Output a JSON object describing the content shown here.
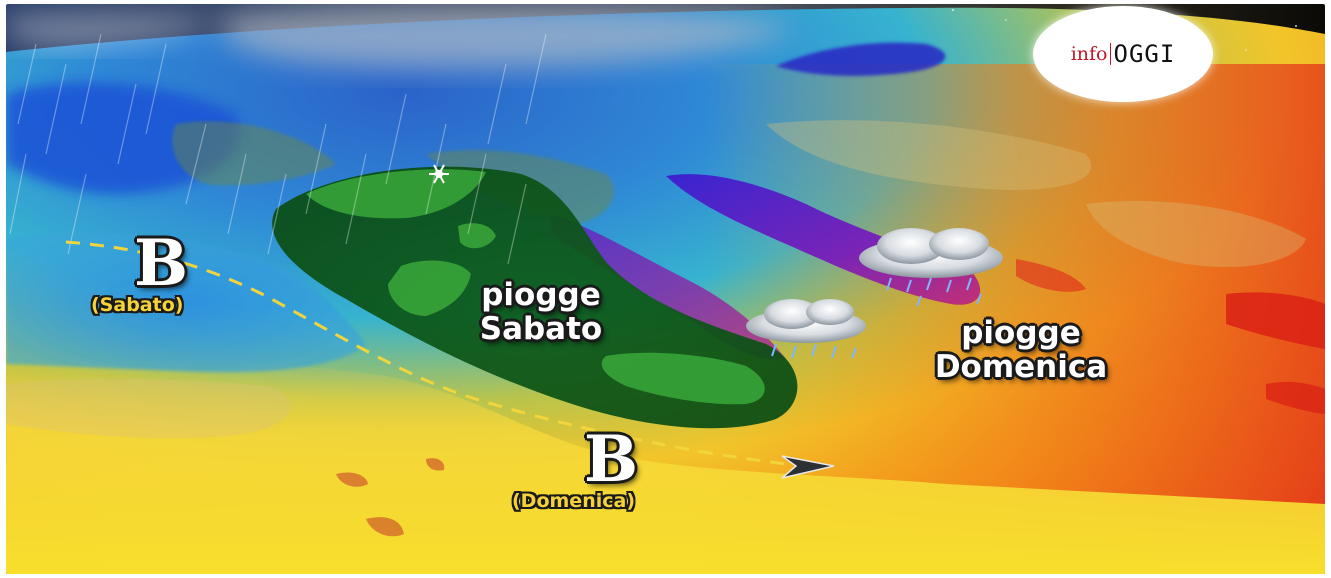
{
  "logo": {
    "info": "info",
    "oggi": "OGGI"
  },
  "pressure_centers": [
    {
      "symbol": "B",
      "day": "(Sabato)"
    },
    {
      "symbol": "B",
      "day": "(Domenica)"
    }
  ],
  "rain_areas": [
    {
      "line1": "piogge",
      "line2": "Sabato"
    },
    {
      "line1": "piogge",
      "line2": "Domenica"
    }
  ],
  "colors": {
    "cold_blue": "#1f6fd8",
    "rain_zone_green": "#0c5a18",
    "warm_orange": "#f08a16",
    "hot_red": "#e7301a",
    "track_yellow": "#f2d43c",
    "logo_red": "#c0172c"
  },
  "icons": [
    "snowflake-icon",
    "rain-cloud-icon",
    "rain-cloud-icon",
    "arrow-head-icon"
  ]
}
